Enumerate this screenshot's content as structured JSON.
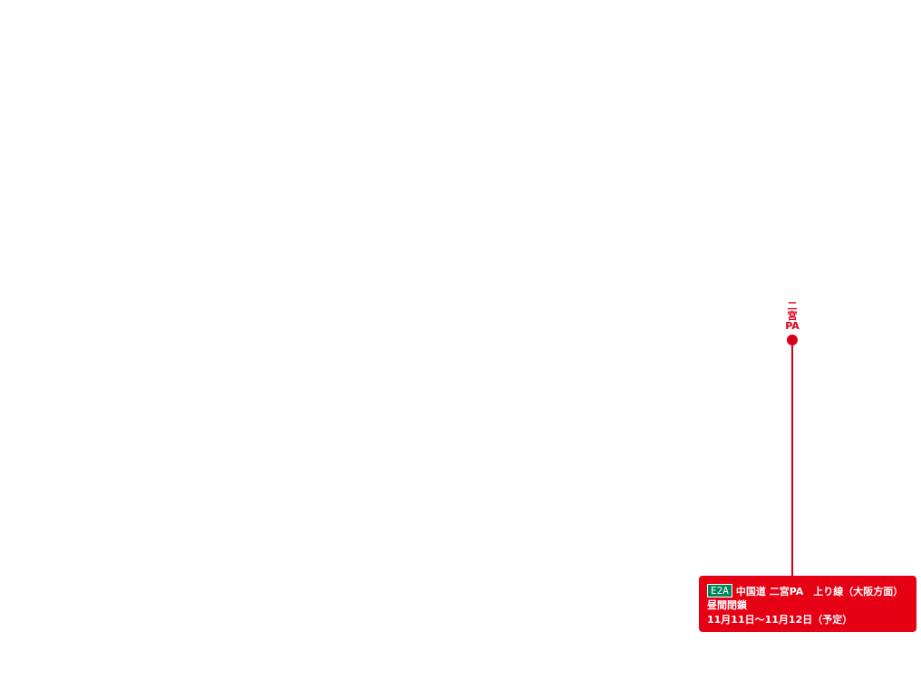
{
  "map": {
    "station": {
      "name_chars": [
        "二",
        "宮",
        "PA"
      ],
      "color": "#d7001a"
    },
    "notice": {
      "route_badge": "E2A",
      "route_badge_color": "#00875a",
      "background_color": "#e60013",
      "line1_text": "中国道 二宮PA　上り線（大阪方面）",
      "line2_text": "昼間閉鎖",
      "line3_text": "11月11日～11月12日（予定）"
    }
  }
}
